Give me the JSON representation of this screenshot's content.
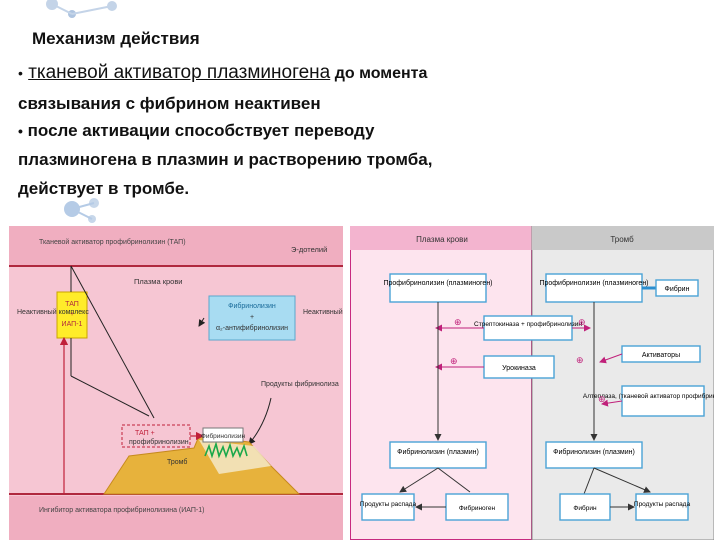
{
  "slide": {
    "heading": "Механизм действия",
    "bullet1_lead": "тканевой активатор плазминогена",
    "bullet1_rest": " до момента",
    "line2": "связывания с фибрином  неактивен",
    "bullet2": "после активации способствует переводу",
    "line4": "плазминогена в плазмин и растворению тромба,",
    "line5": "действует в тромбе.",
    "bullet_mark": "•"
  },
  "left_diagram": {
    "tap_label": "Тканевой активатор профибринолизин (ТАП)",
    "endothelium": "Э-дотелий",
    "plasma": "Плазма крови",
    "inactive_left": "Неактивный комплекс",
    "tap_box": [
      "ТАП",
      "+",
      "ИАП-1"
    ],
    "fibrinolysin_box": [
      "Фибринолизин",
      "+",
      "α₂-антифибринолизин"
    ],
    "inactive_right": "Неактивный комплекс",
    "products": "Продукты фибринолиза",
    "tap_small": "ТАП +",
    "profibrinolysin": "профибринолизин",
    "fibrinolysin_small": "Фибринолизин",
    "thrombus": "Тромб",
    "inhibitor": "Ингибитор активатора профибринолизина (ИАП-1)"
  },
  "right_diagram": {
    "col_plasma": "Плазма крови",
    "col_thrombus": "Тромб",
    "box_prof_left": "Профибринолизин (плазминоген)",
    "box_prof_right": "Профибринолизин (плазминоген)",
    "box_fibrin_top": "Фибрин",
    "box_strepto": "Стрептокиназа + профибринолизин",
    "box_activators": "Активаторы",
    "box_urokinase": "Урокиназа",
    "box_alteplase": "Алтеплаза, (тканевой активатор профибринолизина)",
    "box_fibrinolysin_left": "Фибринолизин (плазмин)",
    "box_fibrinolysin_right": "Фибринолизин (плазмин)",
    "box_products_left": "Продукты распада",
    "box_fibrinogen": "Фибриноген",
    "box_fibrin_bottom": "Фибрин",
    "box_products_right": "Продукты распада",
    "plus_sign": "⊕"
  }
}
